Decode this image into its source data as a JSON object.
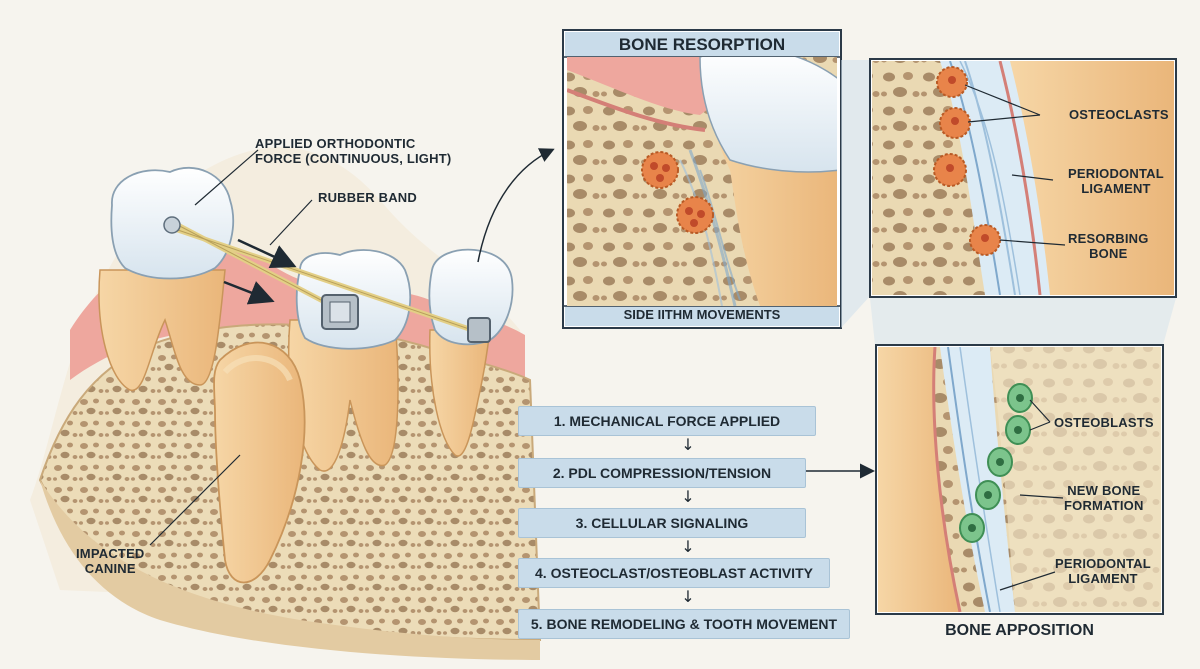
{
  "diagram": {
    "main_labels": {
      "applied_force_line1": "APPLIED ORTHODONTIC",
      "applied_force_line2": "FORCE (CONTINUOUS, LIGHT)",
      "rubber_band": "RUBBER BAND",
      "impacted_line1": "IMPACTED",
      "impacted_line2": "CANINE"
    },
    "resorption_panel": {
      "title": "BONE RESORPTION",
      "caption": "SIDE IITHM MOVEMENTS"
    },
    "resorption_detail": {
      "osteoclasts": "OSTEOCLASTS",
      "pdl_line1": "PERIODONTAL",
      "pdl_line2": "LIGAMENT",
      "resorbing_line1": "RESORBING",
      "resorbing_line2": "BONE"
    },
    "apposition_panel": {
      "title": "BONE APPOSITION",
      "osteoblasts": "OSTEOBLASTS",
      "new_bone_line1": "NEW BONE",
      "new_bone_line2": "FORMATION",
      "pdl_line1": "PERIODONTAL",
      "pdl_line2": "LIGAMENT"
    },
    "steps": [
      "1. MECHANICAL FORCE APPLIED",
      "2. PDL COMPRESSION/TENSION",
      "3. CELLULAR SIGNALING",
      "4. OSTEOCLAST/OSTEOBLAST ACTIVITY",
      "5. BONE REMODELING & TOOTH MOVEMENT"
    ],
    "colors": {
      "gum": "#eea79e",
      "bone": "#ecdcb8",
      "bone_pore": "#a88b68",
      "enamel": "#f4f8fb",
      "root": "#f2c98f",
      "panel_border": "#2b3a48",
      "step_fill": "#c9dcea",
      "osteoclast": "#e8844a",
      "osteoblast": "#7cc48c",
      "band": "#e3cf86"
    }
  }
}
